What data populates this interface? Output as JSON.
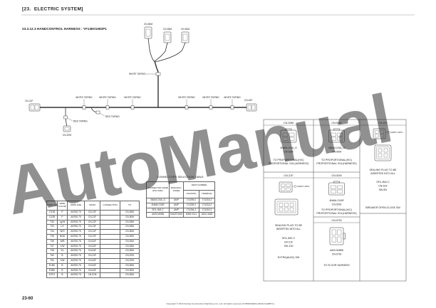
{
  "header": {
    "section": "[23.  ELECTRIC SYSTEM]",
    "title": "23.3.12.3 HANDCONTROL HARNESS : YF13E01092P1"
  },
  "harness": {
    "connectors": {
      "left": "CN-21F",
      "right": "CN-61F",
      "top_1": "CN-50M",
      "top_2": "CN-53M",
      "top_3": "CN-52M",
      "bottom": "CN-57M"
    },
    "branch_taping": "WHITE TAPING",
    "white_taping": [
      "WHITE TAPING",
      "WHITE TAPING",
      "WHITE TAPING",
      "WHITE TAPING",
      "WHITE TAPING",
      "WHITE TAPING"
    ],
    "red_taping": [
      "RED TAPING",
      "RED TAPING"
    ]
  },
  "connector_table": {
    "title": "CONNECTORS SELECTION TABLE",
    "headers": {
      "name": "CONNECTOR NAME",
      "pin": "(PIN NUM.)",
      "maker_1": "MANUFAC-",
      "maker_2": "TURER",
      "part": "PART NUMBER",
      "housing": "HOUSING",
      "terminal": "TERMINAL"
    },
    "rows": [
      {
        "name": "4NAM-CNA_G",
        "maker": "AMP",
        "housing": "174259-2",
        "terminal": "174218-2"
      },
      {
        "name": "4NAM-C04R",
        "maker": "AMP",
        "housing": "174259-2",
        "terminal": "174218-2"
      },
      {
        "name": "SF4-JM2-C",
        "maker": "AMP",
        "housing": "174264-2",
        "terminal": "174218-2"
      },
      {
        "name": "AMS-M4BB",
        "maker": "SUMITOMO",
        "housing": "6098-0141",
        "terminal": "8100-3455"
      }
    ]
  },
  "wire_table": {
    "headers": [
      "WIRE NO.",
      "WIRE COLOR",
      "WIRE SIZE",
      "FROM",
      "CONNECTION",
      "TO"
    ],
    "rows": [
      {
        "no": "C31B",
        "color": "P",
        "size": "AVSS0.75",
        "from": "CN-21F",
        "to": "CN-53M"
      },
      {
        "no": "C32B",
        "color": "P",
        "size": "AVSS0.75",
        "from": "CN-21F",
        "to": "CN-50M"
      },
      {
        "no": "T30",
        "color": "Lg/W",
        "size": "AVSS0.75",
        "from": "CN-21F",
        "to": "CN-53M"
      },
      {
        "no": "T33",
        "color": "L/Y",
        "size": "AVSS0.75",
        "from": "CN-21F",
        "to": "CN-53M"
      },
      {
        "no": "T34",
        "color": "W/G",
        "size": "AVSS0.75",
        "from": "CN-21F",
        "to": "CN-50M"
      },
      {
        "no": "T35",
        "color": "Br/W",
        "size": "AVSS0.75",
        "from": "CN-21F",
        "to": "CN-52M"
      },
      {
        "no": "T36",
        "color": "W/B",
        "size": "AVSS0.75",
        "from": "CN-61F",
        "to": "CN-52M"
      },
      {
        "no": "T37",
        "color": "Y/W",
        "size": "AVSS0.75",
        "from": "CN-61F",
        "to": "CN-53M"
      },
      {
        "no": "T38",
        "color": "Y/L",
        "size": "AVSS0.75",
        "from": "CN-61F",
        "to": "CN-50M"
      },
      {
        "no": "T60",
        "color": "B",
        "size": "AVSS0.75",
        "from": "CN-21F",
        "to": "CN-57M"
      },
      {
        "no": "T64",
        "color": "V/W",
        "size": "AVSS0.75",
        "from": "CN-61F",
        "to": "CN-57M"
      },
      {
        "no": "E1BK",
        "color": "B",
        "size": "AVSS0.75",
        "from": "CN-61F",
        "to": "CN-50M"
      },
      {
        "no": "E3BK",
        "color": "B",
        "size": "AVSS0.75",
        "from": "CN-61F",
        "to": "CN-52M"
      },
      {
        "no": "E3TG",
        "color": "B",
        "size": "AVSS0.75",
        "from": "CN-57M",
        "to": "CN-53M"
      }
    ]
  },
  "connector_views": [
    {
      "header": "CN-53M",
      "lines": [
        "4NAM-CNA_G",
        "CN-53M",
        "TO PROPORTIONAL(H/C)",
        "PROPORTIONAL SOL(HARNESS)"
      ]
    },
    {
      "header": "CN-50M",
      "lines": [
        "4NAM-CNA_G",
        "CN-50M",
        "TO PROPORTIONAL(H/C)",
        "PROPORTIONAL SOL(HARNESS)"
      ]
    },
    {
      "header": "CN-61F",
      "note": "SUPPLY WITH",
      "lines": [
        "SEALING PLUG TO BE",
        "INSERTED INTO ALL",
        "SF4-JM2-C",
        "CN-61F",
        "SW-BV",
        "BREAKER OPEN-CLOSE SW"
      ]
    },
    {
      "header": "CN-21F",
      "note": "SUPPLY WITH",
      "lines": [
        "SEALING PLUG TO BE",
        "INSERTED INTO ALL",
        "SF4-JM2-C",
        "CN-21F",
        "SW-100",
        "EXTRA(AUX2) SW"
      ]
    },
    {
      "header": "CN-52M",
      "lines": [
        "4NAM-C04R",
        "CN-52M",
        "TO PROPORTIONAL(H/C)",
        "PROPORTIONAL SOL(HARNESS)"
      ]
    },
    {
      "header": "CN-57M",
      "lines": [
        "AMS-M4BB",
        "CN-57M",
        "TO FLOOR HARNESS"
      ]
    }
  ],
  "watermark": "AutoManual",
  "watermark_color": "#6cbbe8",
  "footer": {
    "page": "23-60",
    "copyright": "Copyright © 2013 Kubota Construction Machinery Co.,Ltd. All rights reserved. [SYB6016E0F] [D13CcCaRB7n]"
  }
}
